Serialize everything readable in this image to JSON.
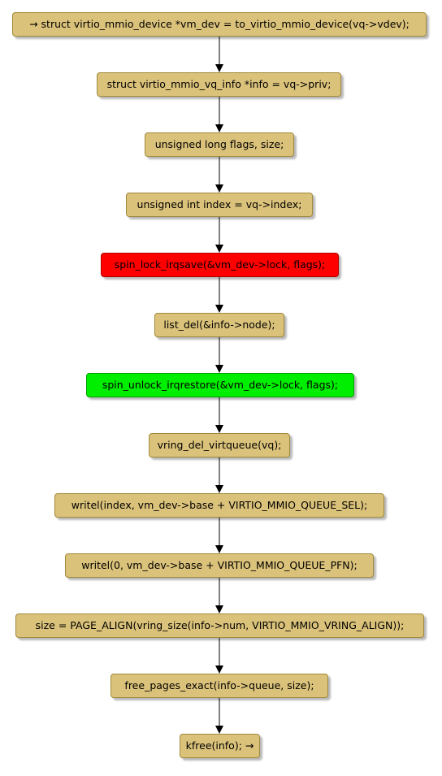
{
  "colors": {
    "default_fill": "#dbc27a",
    "default_border": "#a08a3c",
    "lock_fill": "#ff0000",
    "lock_border": "#b00000",
    "unlock_fill": "#00ee00",
    "unlock_border": "#00a000",
    "edge": "#000000"
  },
  "flow": {
    "steps": [
      {
        "label": "→ struct virtio_mmio_device *vm_dev = to_virtio_mmio_device(vq->vdev);",
        "kind": "default"
      },
      {
        "label": "struct virtio_mmio_vq_info *info = vq->priv;",
        "kind": "default"
      },
      {
        "label": "unsigned long flags, size;",
        "kind": "default"
      },
      {
        "label": "unsigned int index = vq->index;",
        "kind": "default"
      },
      {
        "label": "spin_lock_irqsave(&vm_dev->lock, flags);",
        "kind": "lock"
      },
      {
        "label": "list_del(&info->node);",
        "kind": "default"
      },
      {
        "label": "spin_unlock_irqrestore(&vm_dev->lock, flags);",
        "kind": "unlock"
      },
      {
        "label": "vring_del_virtqueue(vq);",
        "kind": "default"
      },
      {
        "label": "writel(index, vm_dev->base + VIRTIO_MMIO_QUEUE_SEL);",
        "kind": "default"
      },
      {
        "label": "writel(0, vm_dev->base + VIRTIO_MMIO_QUEUE_PFN);",
        "kind": "default"
      },
      {
        "label": "size = PAGE_ALIGN(vring_size(info->num, VIRTIO_MMIO_VRING_ALIGN));",
        "kind": "default"
      },
      {
        "label": "free_pages_exact(info->queue, size);",
        "kind": "default"
      },
      {
        "label": "kfree(info); →",
        "kind": "default"
      }
    ]
  }
}
